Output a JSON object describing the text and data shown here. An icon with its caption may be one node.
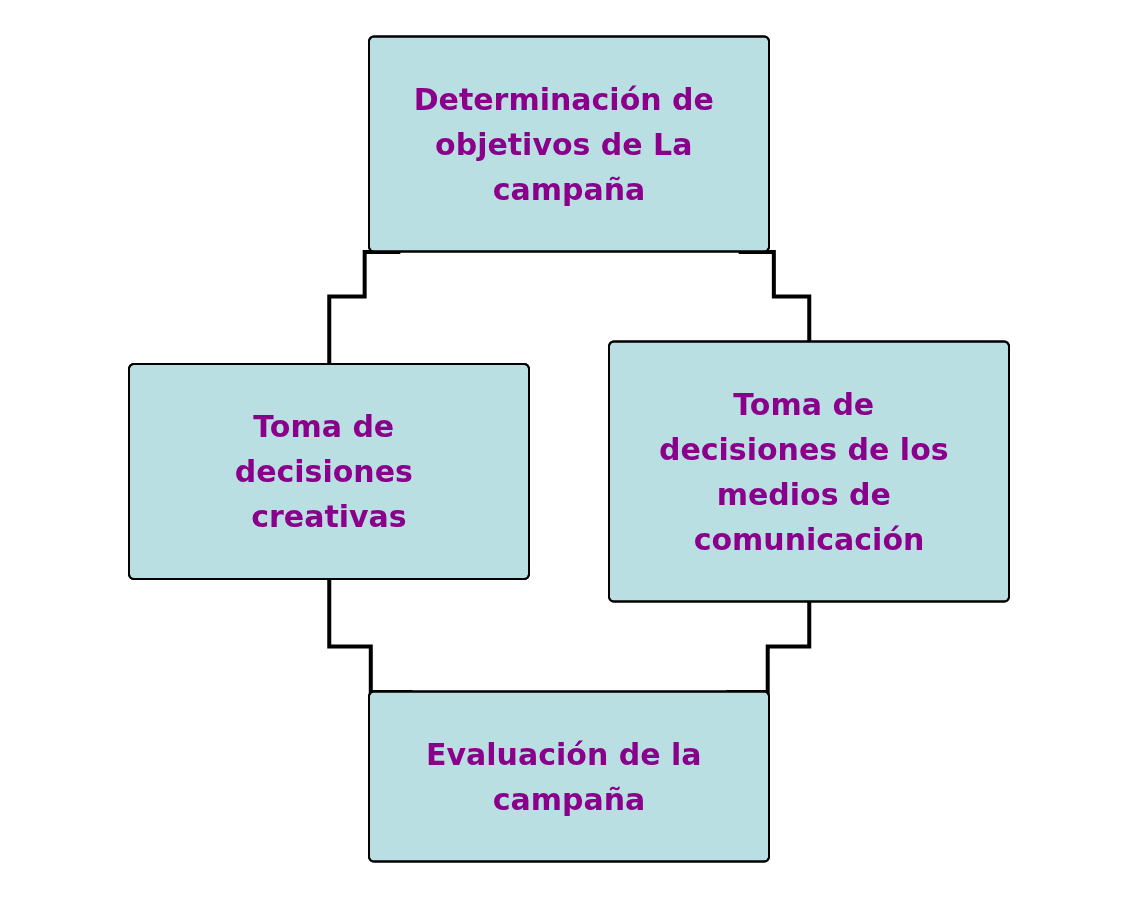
{
  "diagram": {
    "nodes": [
      {
        "text": [
          "Determinación de objetivos de La campaña"
        ]
      },
      {
        "text": [
          "Toma de decisiones creativas"
        ]
      },
      {
        "text": [
          "Toma de decisiones de los medios de comunicación"
        ]
      },
      {
        "text": [
          "Evaluación de la campaña"
        ]
      }
    ],
    "edges": [
      {
        "from": 0,
        "to": 1,
        "arrow": "none"
      },
      {
        "from": 0,
        "to": 2,
        "arrow": "none"
      },
      {
        "from": 1,
        "to": 3,
        "arrow": "none"
      },
      {
        "from": 2,
        "to": 3,
        "arrow": "none"
      }
    ]
  }
}
